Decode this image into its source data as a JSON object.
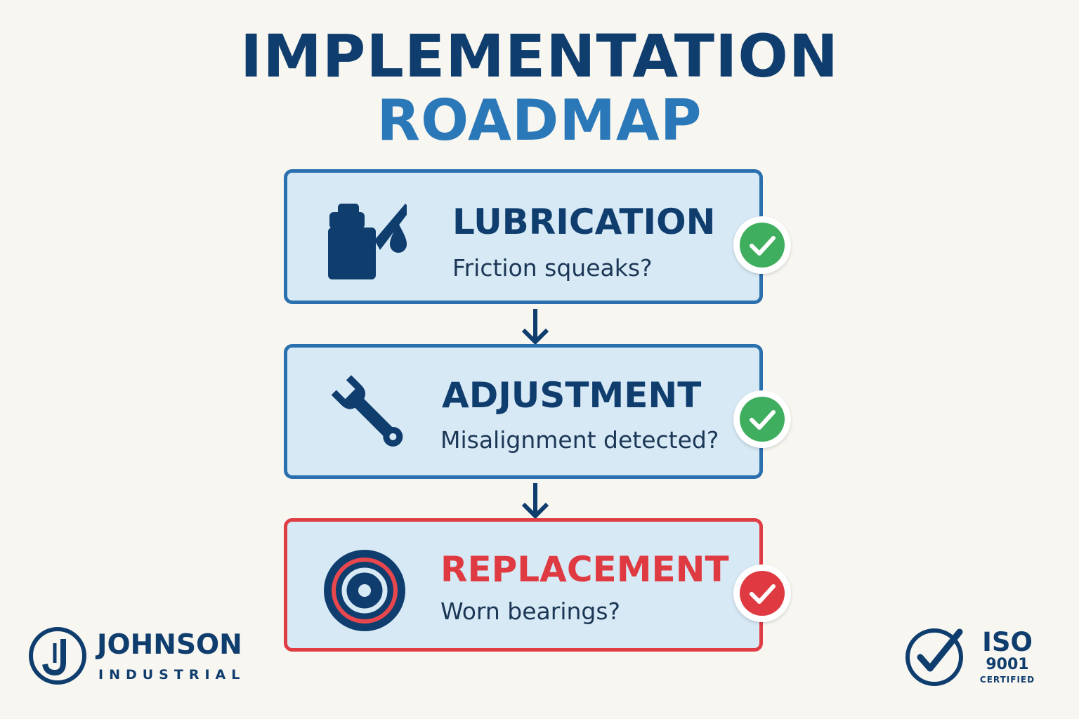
{
  "title": {
    "line1": "IMPLEMENTATION",
    "line2": "ROADMAP"
  },
  "steps": [
    {
      "heading": "LUBRICATION",
      "question": "Friction squeaks?",
      "icon": "oil-can-icon",
      "status": "checked",
      "accent": "#2a6fae",
      "check_color": "#3fae5e"
    },
    {
      "heading": "ADJUSTMENT",
      "question": "Misalignment detected?",
      "icon": "wrench-icon",
      "status": "checked",
      "accent": "#2a6fae",
      "check_color": "#3fae5e"
    },
    {
      "heading": "REPLACEMENT",
      "question": "Worn bearings?",
      "icon": "bearing-icon",
      "status": "checked",
      "accent": "#e03c44",
      "check_color": "#df3a41"
    }
  ],
  "footer": {
    "company": {
      "name": "JOHNSON",
      "subtitle": "INDUSTRIAL",
      "logo_letter": "J"
    },
    "certification": {
      "main": "ISO",
      "number": "9001",
      "label": "CERTIFIED"
    }
  },
  "colors": {
    "background": "#f8f6f0",
    "navy": "#0f3d6e",
    "blue": "#2a78b8",
    "box_fill": "#d7e9f5",
    "red": "#e03c44",
    "green": "#3fae5e"
  }
}
